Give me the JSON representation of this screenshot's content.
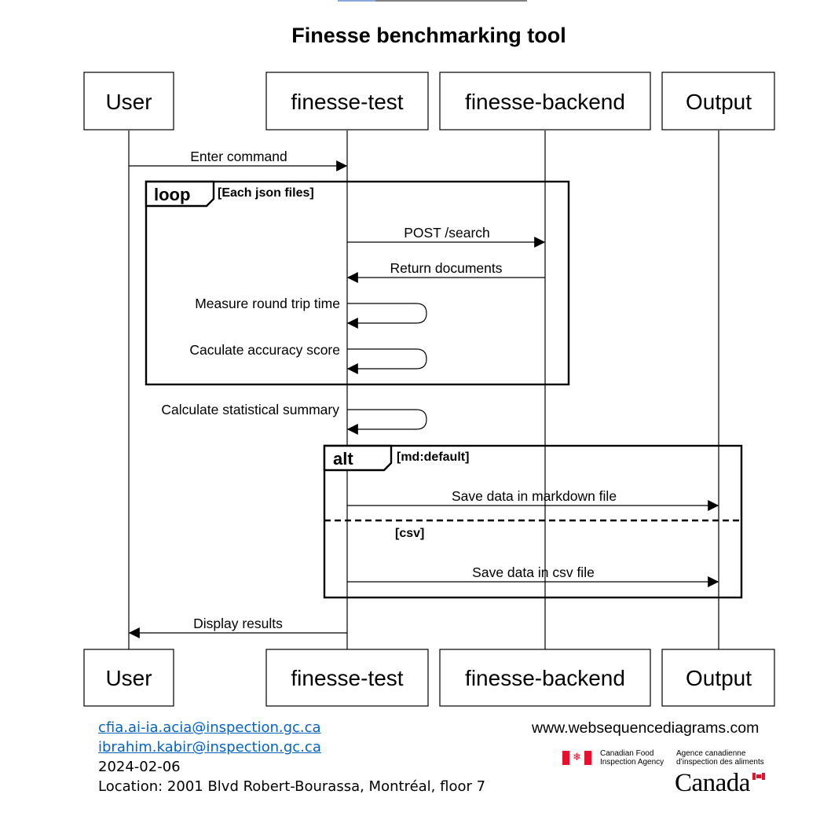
{
  "diagram": {
    "title": "Finesse benchmarking tool",
    "participants": [
      "User",
      "finesse-test",
      "finesse-backend",
      "Output"
    ],
    "messages": [
      {
        "from": "User",
        "to": "finesse-test",
        "label": "Enter command"
      },
      {
        "from": "finesse-test",
        "to": "finesse-backend",
        "label": "POST /search"
      },
      {
        "from": "finesse-backend",
        "to": "finesse-test",
        "label": "Return documents"
      },
      {
        "from": "finesse-test",
        "to": "finesse-test",
        "label": "Measure round trip time"
      },
      {
        "from": "finesse-test",
        "to": "finesse-test",
        "label": "Caculate accuracy score"
      },
      {
        "from": "finesse-test",
        "to": "finesse-test",
        "label": "Calculate statistical summary"
      },
      {
        "from": "finesse-test",
        "to": "Output",
        "label": "Save data in markdown file"
      },
      {
        "from": "finesse-test",
        "to": "Output",
        "label": "Save data in csv file"
      },
      {
        "from": "finesse-test",
        "to": "User",
        "label": "Display results"
      }
    ],
    "loop_frame": {
      "keyword": "loop",
      "condition": "[Each json files]"
    },
    "alt_frame": {
      "keyword": "alt",
      "condition": "[md:default]",
      "else_condition": "[csv]"
    }
  },
  "footer": {
    "email_1": "cfia.ai-ia.acia@inspection.gc.ca",
    "email_2": "ibrahim.kabir@inspection.gc.ca",
    "date": "2024-02-06",
    "location": "Location: 2001 Blvd Robert-Bourassa, Montréal, floor 7",
    "credit": "www.websequencediagrams.com",
    "agency_en": "Canadian Food Inspection Agency",
    "agency_fr": "Agence canadienne d’inspection des aliments",
    "wordmark": "Canada"
  },
  "colors": {
    "link": "#0563c1",
    "flag_red": "#e8112d",
    "top_rule_blue": "#4472c4"
  }
}
